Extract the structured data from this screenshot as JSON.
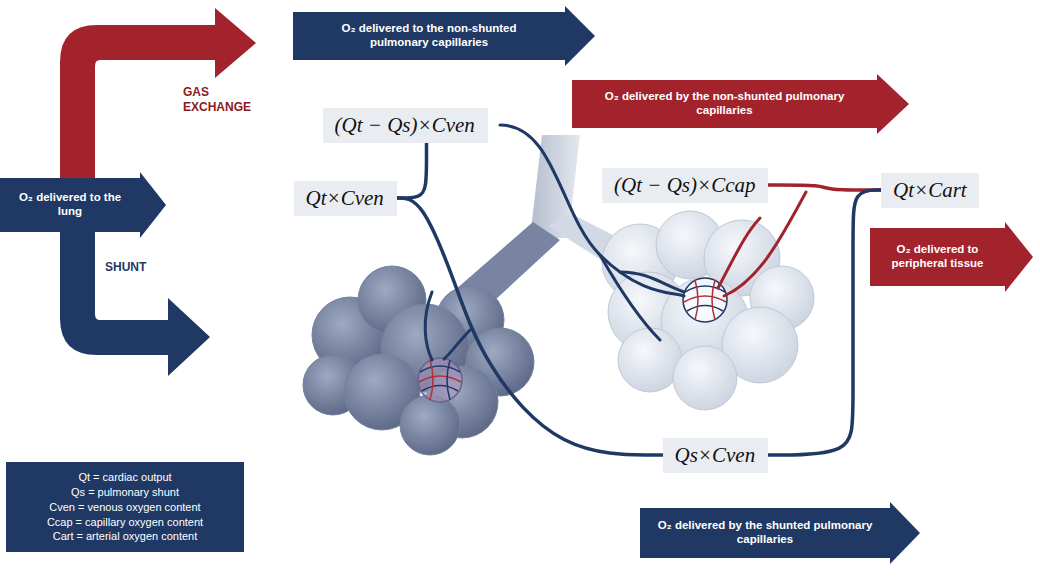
{
  "diagram": {
    "nodes": [
      {
        "text": [
          "GAS EXCHANGE"
        ]
      },
      {
        "text": [
          "O₂ delivered to the non-shunted pulmonary capillaries"
        ]
      },
      {
        "text": [
          "O₂ delivered by the non-shunted pulmonary capillaries"
        ]
      },
      {
        "text": [
          "(Qt − Qs)×Cven"
        ]
      },
      {
        "text": [
          "(Qt − Qs)×Ccap"
        ]
      },
      {
        "text": [
          "O₂ delivered to the lung"
        ]
      },
      {
        "text": [
          "Qt×Cven"
        ]
      },
      {
        "text": [
          "Qt×Cart"
        ]
      },
      {
        "text": [
          "O₂ delivered to peripheral tissue"
        ]
      },
      {
        "text": [
          "SHUNT"
        ]
      },
      {
        "text": [
          "Qs×Cven"
        ]
      },
      {
        "text": [
          "O₂ delivered by the shunted pulmonary capillaries"
        ]
      },
      {
        "text": [
          "Qt = cardiac output",
          "Qs = pulmonary shunt",
          "Cven = venous oxygen content",
          "Ccap = capillary oxygen content",
          "Cart = arterial oxygen content"
        ]
      }
    ],
    "edges": [
      {
        "from": 6,
        "to": 3,
        "arrow": "none"
      },
      {
        "from": 6,
        "to": 10,
        "arrow": "none"
      },
      {
        "from": 4,
        "to": 7,
        "arrow": "none"
      },
      {
        "from": 10,
        "to": 7,
        "arrow": "none"
      }
    ]
  }
}
